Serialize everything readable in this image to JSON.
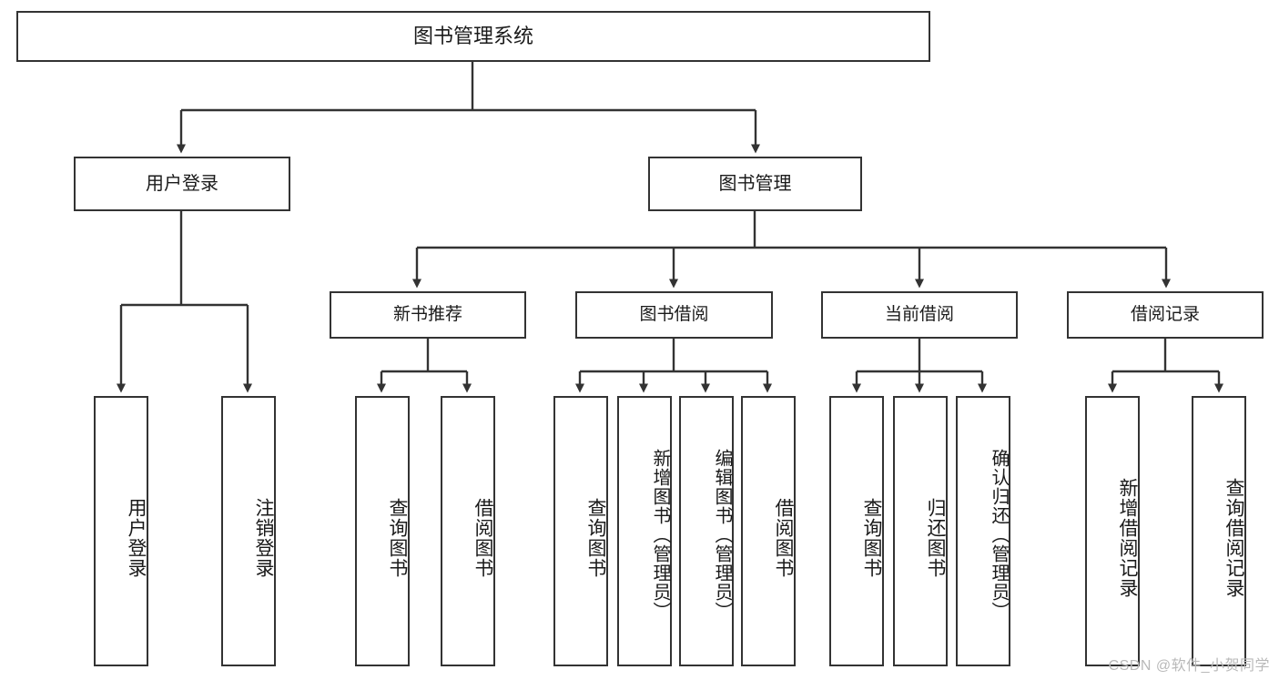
{
  "diagram": {
    "title": "图书管理系统",
    "type": "功能结构图",
    "root": {
      "label": "图书管理系统"
    },
    "level1": [
      {
        "id": "user-login",
        "label": "用户登录"
      },
      {
        "id": "book-manage",
        "label": "图书管理"
      }
    ],
    "level2": [
      {
        "id": "new-book-recommend",
        "label": "新书推荐",
        "parent": "book-manage"
      },
      {
        "id": "book-borrow",
        "label": "图书借阅",
        "parent": "book-manage"
      },
      {
        "id": "current-borrow",
        "label": "当前借阅",
        "parent": "book-manage"
      },
      {
        "id": "borrow-record",
        "label": "借阅记录",
        "parent": "book-manage"
      }
    ],
    "leaves": [
      {
        "id": "leaf-user-login",
        "label": "用户登录",
        "parent": "user-login"
      },
      {
        "id": "leaf-user-logout",
        "label": "注销登录",
        "parent": "user-login"
      },
      {
        "id": "leaf-query-book-1",
        "label": "查询图书",
        "parent": "new-book-recommend"
      },
      {
        "id": "leaf-borrow-book-1",
        "label": "借阅图书",
        "parent": "new-book-recommend"
      },
      {
        "id": "leaf-query-book-2",
        "label": "查询图书",
        "parent": "book-borrow"
      },
      {
        "id": "leaf-add-book",
        "label": "新增图书（管理员）",
        "parent": "book-borrow"
      },
      {
        "id": "leaf-edit-book",
        "label": "编辑图书（管理员）",
        "parent": "book-borrow"
      },
      {
        "id": "leaf-borrow-book-2",
        "label": "借阅图书",
        "parent": "book-borrow"
      },
      {
        "id": "leaf-query-book-3",
        "label": "查询图书",
        "parent": "current-borrow"
      },
      {
        "id": "leaf-return-book",
        "label": "归还图书",
        "parent": "current-borrow"
      },
      {
        "id": "leaf-confirm-return",
        "label": "确认归还（管理员）",
        "parent": "current-borrow"
      },
      {
        "id": "leaf-add-record",
        "label": "新增借阅记录",
        "parent": "borrow-record"
      },
      {
        "id": "leaf-query-record",
        "label": "查询借阅记录",
        "parent": "borrow-record"
      }
    ]
  },
  "watermark": {
    "text": "CSDN @软件_小贺同学"
  },
  "colors": {
    "border": "#333333",
    "background": "#ffffff",
    "text": "#1a1a1a",
    "watermark": "#b9b9b9"
  }
}
